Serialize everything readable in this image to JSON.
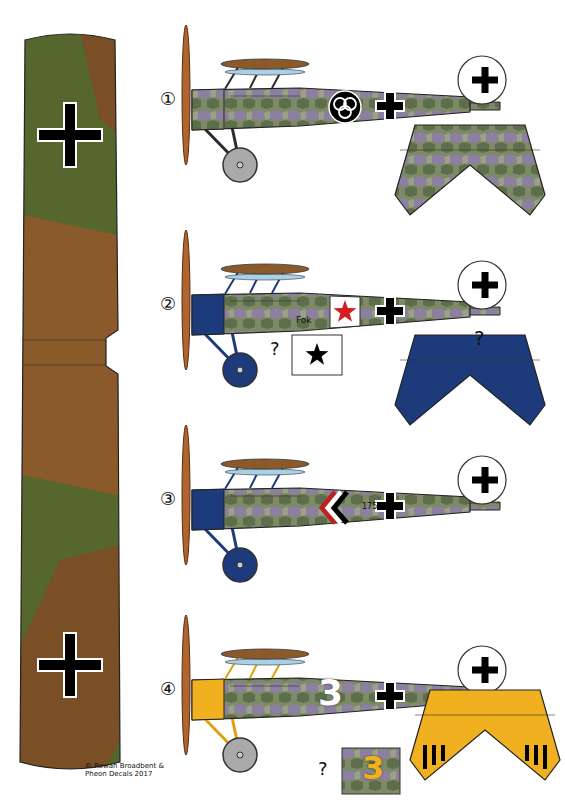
{
  "diagram": {
    "labels": [
      "①",
      "②",
      "③",
      "④",
      "Fok",
      "?",
      "?",
      "175",
      "3",
      "?",
      "3",
      "© Rowan Broadbent & Pheon Decals 2017"
    ]
  }
}
